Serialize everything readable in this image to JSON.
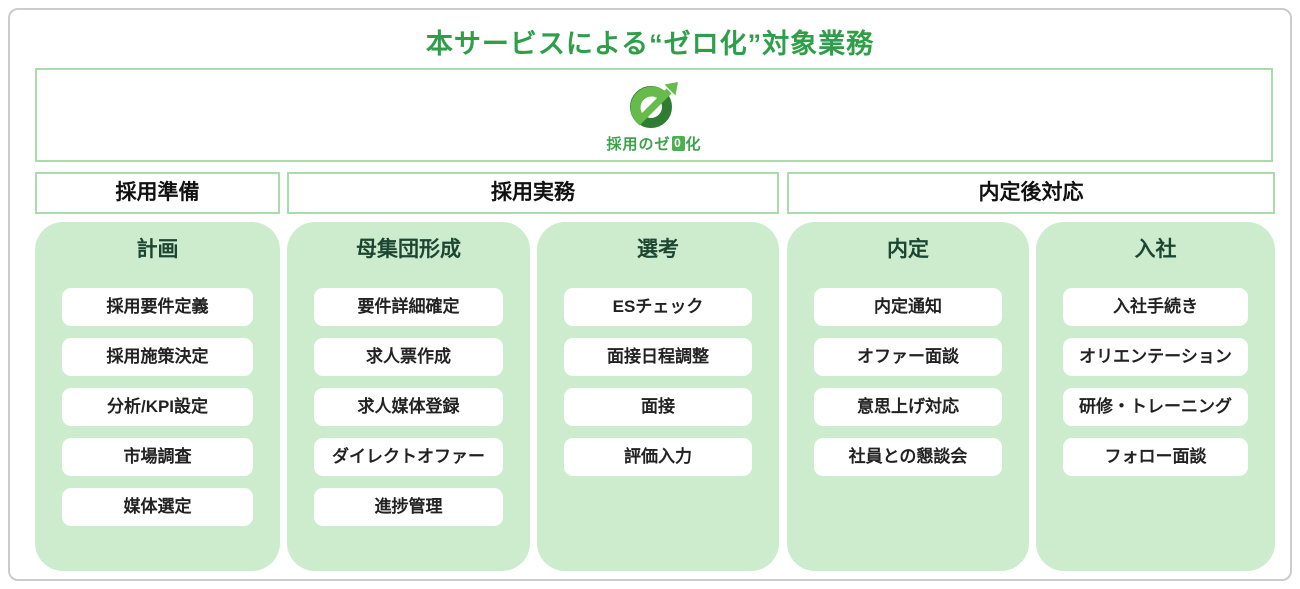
{
  "title": "本サービスによる“ゼロ化”対象業務",
  "logo": {
    "icon": "zero-arrow-logo",
    "brand_prefix": "採用のゼ",
    "brand_zero": "0",
    "brand_suffix": "化"
  },
  "phases": [
    {
      "label": "採用準備"
    },
    {
      "label": "採用実務"
    },
    {
      "label": "内定後対応"
    }
  ],
  "columns": [
    {
      "header": "計画",
      "items": [
        "採用要件定義",
        "採用施策決定",
        "分析/KPI設定",
        "市場調査",
        "媒体選定"
      ]
    },
    {
      "header": "母集団形成",
      "items": [
        "要件詳細確定",
        "求人票作成",
        "求人媒体登録",
        "ダイレクトオファー",
        "進捗管理"
      ]
    },
    {
      "header": "選考",
      "items": [
        "ESチェック",
        "面接日程調整",
        "面接",
        "評価入力"
      ]
    },
    {
      "header": "内定",
      "items": [
        "内定通知",
        "オファー面談",
        "意思上げ対応",
        "社員との懇談会"
      ]
    },
    {
      "header": "入社",
      "items": [
        "入社手続き",
        "オリエンテーション",
        "研修・トレーニング",
        "フォロー面談"
      ]
    }
  ],
  "colors": {
    "title_green": "#2e9e49",
    "column_bg": "#cdebcd",
    "box_border_green": "#a8dcab",
    "column_header_text": "#1c4631",
    "logo_light_green": "#66bb4a",
    "logo_dark_green": "#2e7d32",
    "logo_zero_bg": "#4caf50",
    "frame_border": "#cccccc",
    "item_text": "#222222"
  }
}
